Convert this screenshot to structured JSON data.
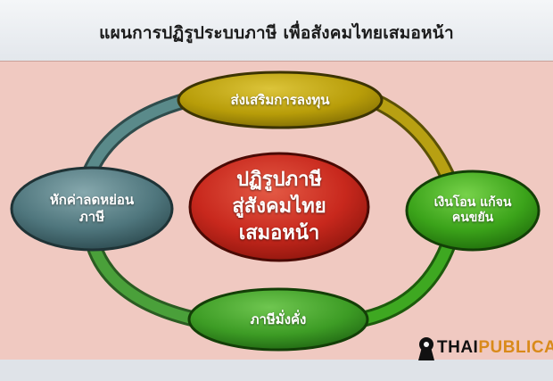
{
  "title": "แผนการปฏิรูประบบภาษี เพื่อสังคมไทยเสมอหน้า",
  "center": {
    "lines": [
      "ปฏิรูปภาษี",
      "สู่สังคมไทย",
      "เสมอหน้า"
    ],
    "color": "#c8281d"
  },
  "nodes": {
    "top": {
      "lines": [
        "ส่งเสริมการลงทุน"
      ],
      "color": "#b89d09"
    },
    "right": {
      "lines": [
        "เงินโอน แก้จน",
        "คนขยัน"
      ],
      "color": "#3ba31a"
    },
    "bottom": {
      "lines": [
        "ภาษีมั่งคั่ง"
      ],
      "color": "#3d9c25"
    },
    "left": {
      "lines": [
        "หักค่าลดหย่อน",
        "ภาษี"
      ],
      "color": "#4f767d"
    }
  },
  "ring_segments": {
    "top_right": "#b8a012",
    "right_bottom": "#3ea821",
    "bottom_left": "#4aa03a",
    "left_top": "#5a8a8a"
  },
  "logo": {
    "text_dark": "THAI",
    "text_accent": "PUBLICA",
    "accent_color": "#d98a1a",
    "icon": "keyhole-icon"
  }
}
